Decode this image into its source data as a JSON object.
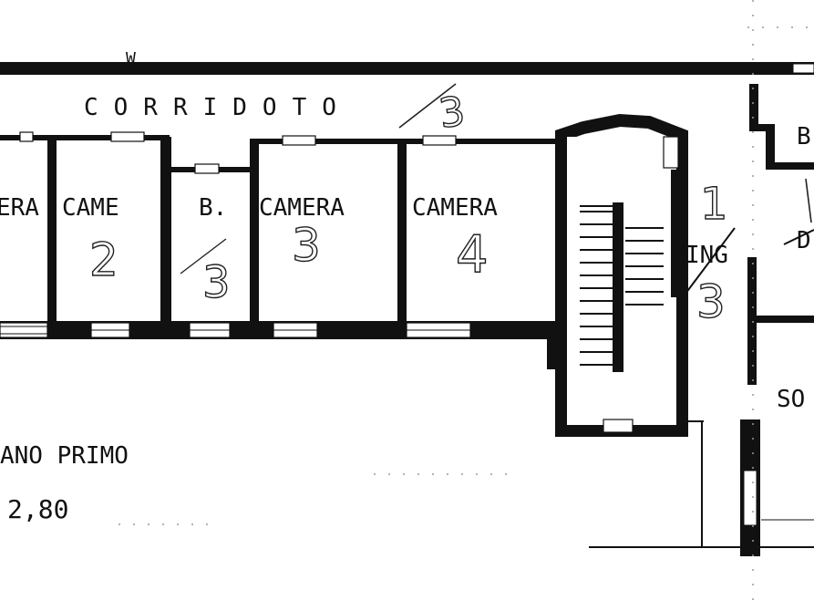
{
  "plan": {
    "corridor_label": "CORRIDOTO",
    "corridor_handwritten": "3",
    "orientation_label": "W",
    "rooms": [
      {
        "label": "ERA",
        "handwritten": ""
      },
      {
        "label": "CAME",
        "handwritten": "2"
      },
      {
        "label": "B.",
        "handwritten": "3"
      },
      {
        "label": "CAMERA",
        "handwritten": "3"
      },
      {
        "label": "CAMERA",
        "handwritten": "4"
      }
    ],
    "entrance_label": "ING",
    "entrance_handwritten": [
      "1",
      "3"
    ],
    "right_labels": [
      "B",
      "D",
      "SO"
    ],
    "floor_label": "ANO PRIMO",
    "height_label": "2,80"
  }
}
